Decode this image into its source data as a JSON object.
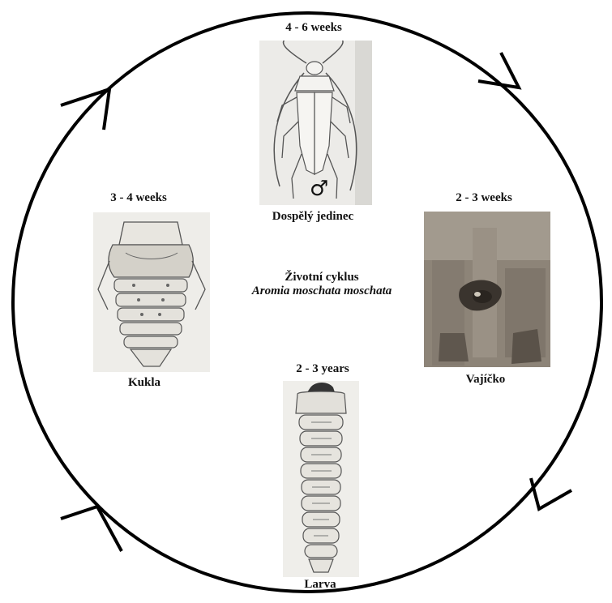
{
  "center": {
    "title": "Životní cyklus",
    "species": "Aromia moschata moschata"
  },
  "stages": [
    {
      "duration": "4 - 6 weeks",
      "name": "Dospělý jedinec",
      "symbol": "♂",
      "illustration": "adult-beetle-drawing"
    },
    {
      "duration": "2 - 3 weeks",
      "name": "Vajíčko",
      "illustration": "egg-on-bark-photo"
    },
    {
      "duration": "2 - 3 years",
      "name": "Larva",
      "illustration": "larva-drawing"
    },
    {
      "duration": "3 - 4 weeks",
      "name": "Kukla",
      "illustration": "pupa-drawing"
    }
  ],
  "cycle": {
    "direction": "clockwise",
    "arrow_count": 4
  }
}
